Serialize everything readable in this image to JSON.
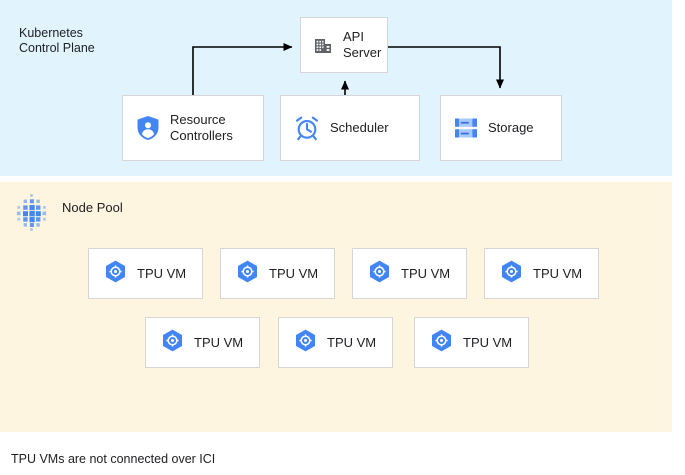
{
  "diagram": {
    "caption": "TPU VMs are not connected over ICI",
    "colors": {
      "control_plane_bg": "#e1f4fd",
      "node_pool_bg": "#fdf5e0",
      "accent_blue": "#4285f4",
      "box_bg": "#ffffff",
      "box_border": "#d6d6d6",
      "text": "#202124",
      "arrow": "#000000",
      "api_icon_gray": "#5f6368"
    }
  },
  "control_plane": {
    "title": "Kubernetes\nControl Plane",
    "nodes": [
      {
        "id": "api-server",
        "label": "API\nServer",
        "icon": "building-icon"
      },
      {
        "id": "resource-controllers",
        "label": "Resource\nControllers",
        "icon": "shield-user-icon"
      },
      {
        "id": "scheduler",
        "label": "Scheduler",
        "icon": "alarm-clock-icon"
      },
      {
        "id": "storage",
        "label": "Storage",
        "icon": "server-rack-icon"
      }
    ],
    "connections": [
      {
        "from": "resource-controllers",
        "to": "api-server",
        "direction": "to"
      },
      {
        "from": "scheduler",
        "to": "api-server",
        "direction": "to"
      },
      {
        "from": "api-server",
        "to": "storage",
        "direction": "to"
      }
    ]
  },
  "node_pool": {
    "title": "Node Pool",
    "icon": "dot-matrix-icon",
    "rows": [
      {
        "vms": [
          {
            "label": "TPU VM",
            "icon": "tpu-hex-icon"
          },
          {
            "label": "TPU VM",
            "icon": "tpu-hex-icon"
          },
          {
            "label": "TPU VM",
            "icon": "tpu-hex-icon"
          },
          {
            "label": "TPU VM",
            "icon": "tpu-hex-icon"
          }
        ]
      },
      {
        "vms": [
          {
            "label": "TPU VM",
            "icon": "tpu-hex-icon"
          },
          {
            "label": "TPU VM",
            "icon": "tpu-hex-icon"
          },
          {
            "label": "TPU VM",
            "icon": "tpu-hex-icon"
          }
        ]
      }
    ]
  }
}
